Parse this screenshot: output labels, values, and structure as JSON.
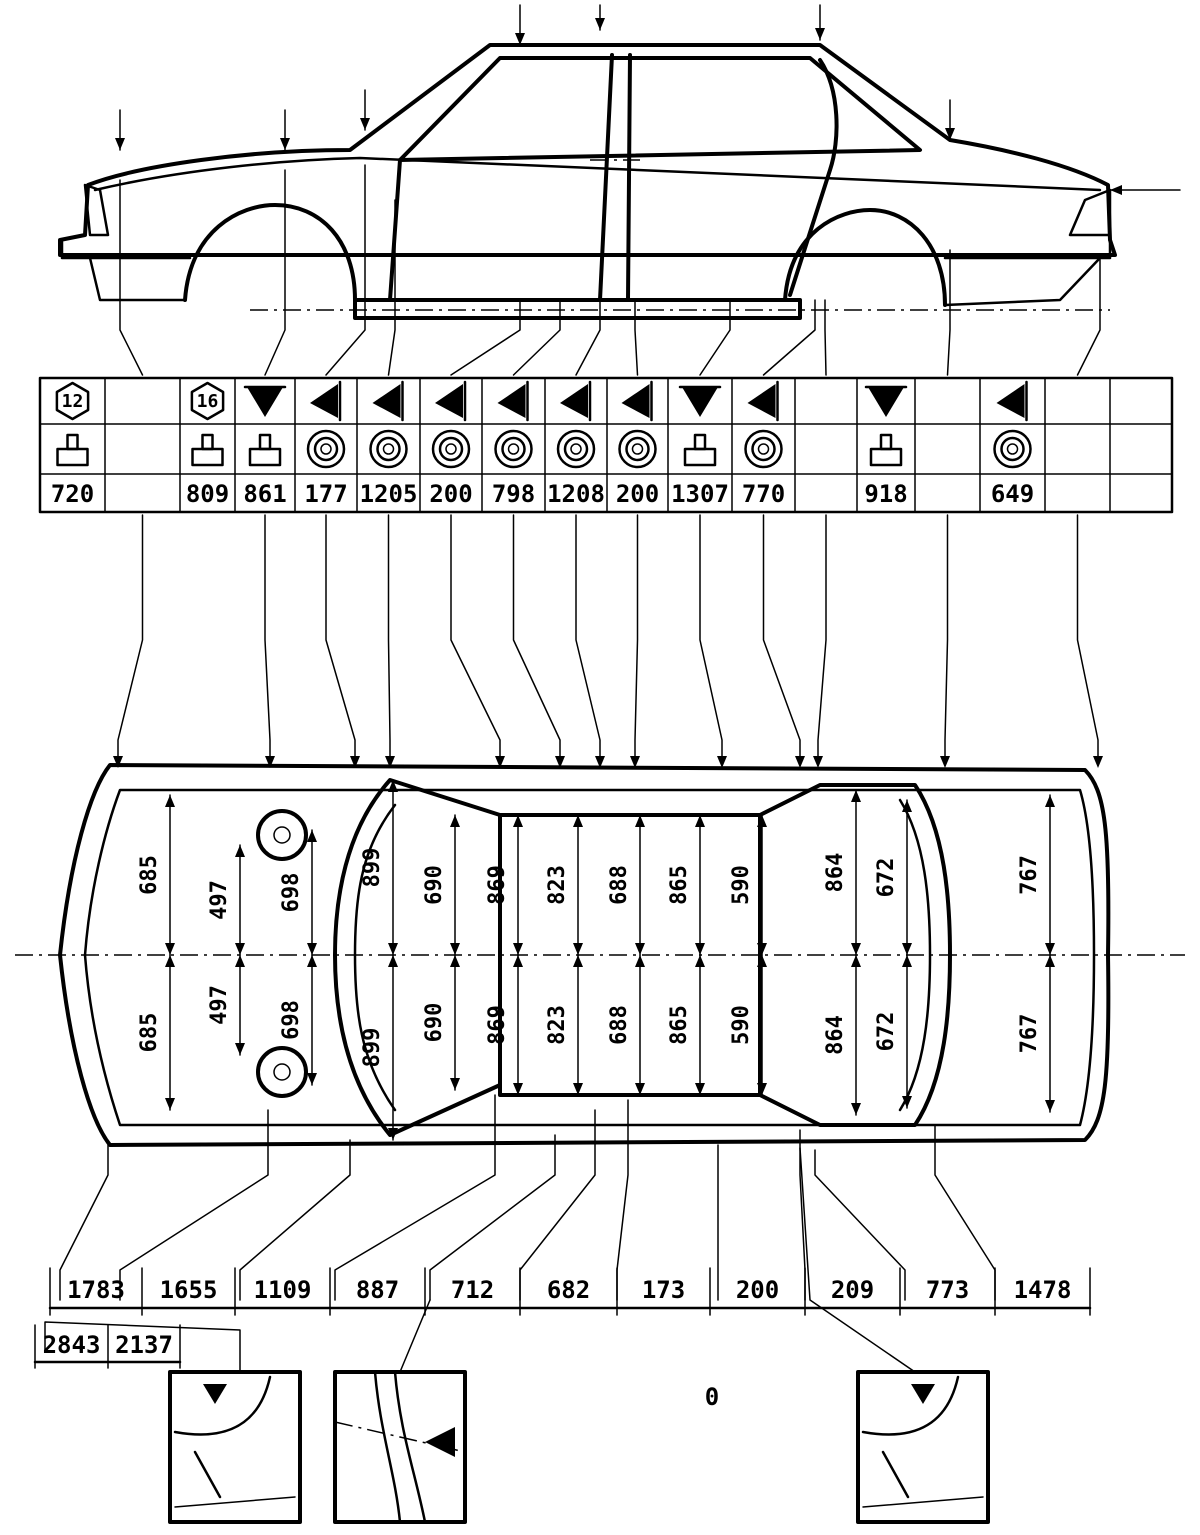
{
  "table": {
    "cells": [
      {
        "symbol": "hex",
        "badge": "12",
        "fixture": "post",
        "value": "720"
      },
      {
        "symbol": "none",
        "badge": "",
        "fixture": "none",
        "value": ""
      },
      {
        "symbol": "hex",
        "badge": "16",
        "fixture": "post",
        "value": "809"
      },
      {
        "symbol": "down-triangle",
        "badge": "",
        "fixture": "post",
        "value": "861"
      },
      {
        "symbol": "left-triangle",
        "badge": "",
        "fixture": "ring",
        "value": "177"
      },
      {
        "symbol": "left-triangle",
        "badge": "",
        "fixture": "ring",
        "value": "1205"
      },
      {
        "symbol": "left-triangle",
        "badge": "",
        "fixture": "ring",
        "value": "200"
      },
      {
        "symbol": "left-triangle",
        "badge": "",
        "fixture": "ring",
        "value": "798"
      },
      {
        "symbol": "left-triangle",
        "badge": "",
        "fixture": "ring",
        "value": "1208"
      },
      {
        "symbol": "left-triangle",
        "badge": "",
        "fixture": "ring",
        "value": "200"
      },
      {
        "symbol": "down-triangle",
        "badge": "",
        "fixture": "post",
        "value": "1307"
      },
      {
        "symbol": "left-triangle",
        "badge": "",
        "fixture": "ring",
        "value": "770"
      },
      {
        "symbol": "none",
        "badge": "",
        "fixture": "none",
        "value": ""
      },
      {
        "symbol": "down-triangle",
        "badge": "",
        "fixture": "post",
        "value": "918"
      },
      {
        "symbol": "none",
        "badge": "",
        "fixture": "none",
        "value": ""
      },
      {
        "symbol": "left-triangle",
        "badge": "",
        "fixture": "ring",
        "value": "649"
      },
      {
        "symbol": "none",
        "badge": "",
        "fixture": "none",
        "value": ""
      }
    ]
  },
  "widths": {
    "upper": [
      "685",
      "497",
      "698",
      "899",
      "690",
      "869",
      "823",
      "688",
      "865",
      "590",
      "864",
      "672",
      "767"
    ],
    "lower": [
      "685",
      "497",
      "698",
      "899",
      "690",
      "869",
      "823",
      "688",
      "865",
      "590",
      "864",
      "672",
      "767"
    ]
  },
  "lengths": {
    "row1": [
      "1783",
      "1655",
      "1109",
      "887",
      "712",
      "682",
      "173",
      "200",
      "209",
      "773",
      "1478"
    ],
    "row2": [
      "2843",
      "2137"
    ],
    "origin": "0"
  },
  "details": [
    {
      "symbol": "down-triangle"
    },
    {
      "symbol": "left-triangle"
    },
    {
      "symbol": "down-triangle"
    }
  ]
}
